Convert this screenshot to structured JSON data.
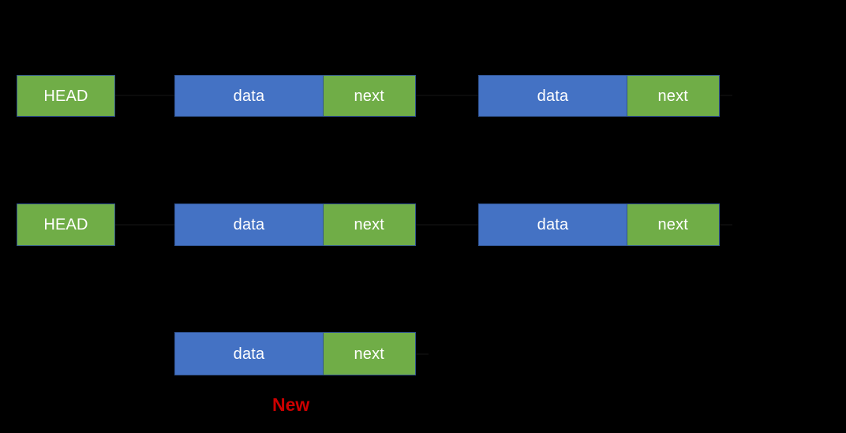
{
  "diagram": {
    "title": "Linked list insertion diagram",
    "colors": {
      "background": "#000000",
      "data_fill": "#4472C4",
      "next_fill": "#70AD47",
      "head_fill": "#70AD47",
      "border": "#2F528F",
      "label_text": "#FFFFFF",
      "new_label_text": "#CC0000"
    },
    "labels": {
      "head": "HEAD",
      "data": "data",
      "next": "next",
      "new": "New"
    },
    "rows": [
      {
        "name": "row-1",
        "head": "HEAD",
        "nodes": [
          {
            "data": "data",
            "next": "next"
          },
          {
            "data": "data",
            "next": "next"
          }
        ]
      },
      {
        "name": "row-2",
        "head": "HEAD",
        "nodes": [
          {
            "data": "data",
            "next": "next"
          },
          {
            "data": "data",
            "next": "next"
          }
        ]
      },
      {
        "name": "row-3",
        "head": null,
        "nodes": [
          {
            "data": "data",
            "next": "next"
          }
        ],
        "annotation": "New"
      }
    ]
  }
}
